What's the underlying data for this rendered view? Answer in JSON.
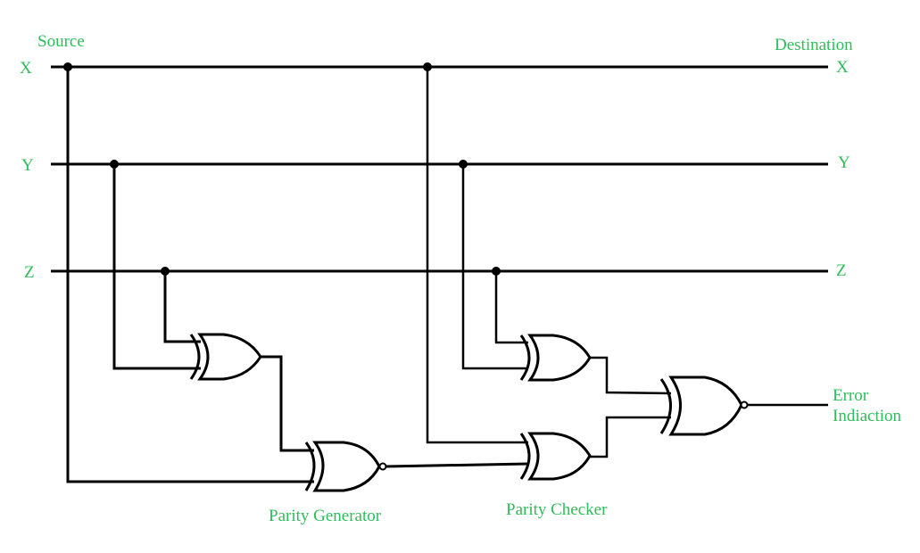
{
  "labels": {
    "source": "Source",
    "destination": "Destination",
    "source_x": "X",
    "source_y": "Y",
    "source_z": "Z",
    "dest_x": "X",
    "dest_y": "Y",
    "dest_z": "Z",
    "error_line1": "Error",
    "error_line2": "Indiaction",
    "parity_generator": "Parity Generator",
    "parity_checker": "Parity Checker"
  },
  "gates": [
    {
      "id": "gen-xor",
      "type": "XOR",
      "inputs": [
        "Y",
        "Z"
      ]
    },
    {
      "id": "gen-xnor",
      "type": "XNOR",
      "inputs": [
        "X",
        "gen-xor"
      ],
      "role": "Parity Generator"
    },
    {
      "id": "chk-xor-top",
      "type": "XOR",
      "inputs": [
        "Y",
        "Z"
      ]
    },
    {
      "id": "chk-xor-bottom",
      "type": "XOR",
      "inputs": [
        "X",
        "gen-xnor"
      ]
    },
    {
      "id": "chk-xnor",
      "type": "XNOR",
      "inputs": [
        "chk-xor-top",
        "chk-xor-bottom"
      ],
      "role": "Parity Checker",
      "output": "Error Indiaction"
    }
  ],
  "colors": {
    "label": "#2ebd59",
    "wire": "#000000"
  }
}
